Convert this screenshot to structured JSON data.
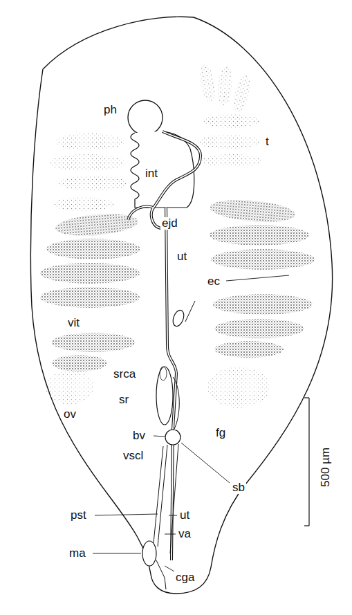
{
  "diagram": {
    "labels": [
      "ph",
      "t",
      "int",
      "ejd",
      "ut",
      "ec",
      "vit",
      "srca",
      "sr",
      "ov",
      "bv",
      "fg",
      "vscl",
      "sb",
      "pst",
      "ut",
      "va",
      "ma",
      "cga",
      "500 µm"
    ]
  }
}
